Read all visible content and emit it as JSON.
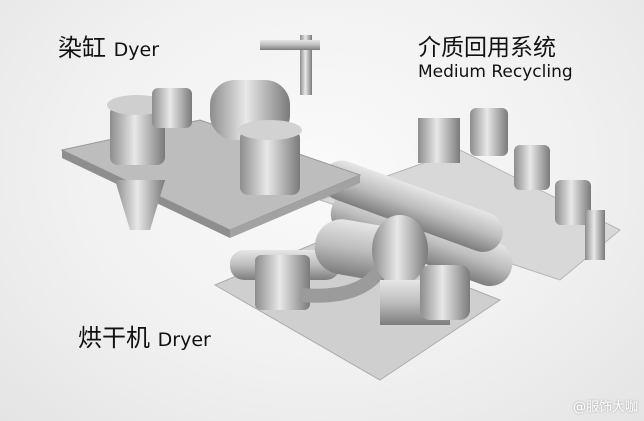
{
  "labels": {
    "dyer_zh": "染缸",
    "dyer_en": "Dyer",
    "medium_zh": "介质回用系统",
    "medium_en": "Medium Recycling",
    "dryer_zh": "烘干机",
    "dryer_en": "Dryer"
  },
  "watermark": "@服饰大咖"
}
